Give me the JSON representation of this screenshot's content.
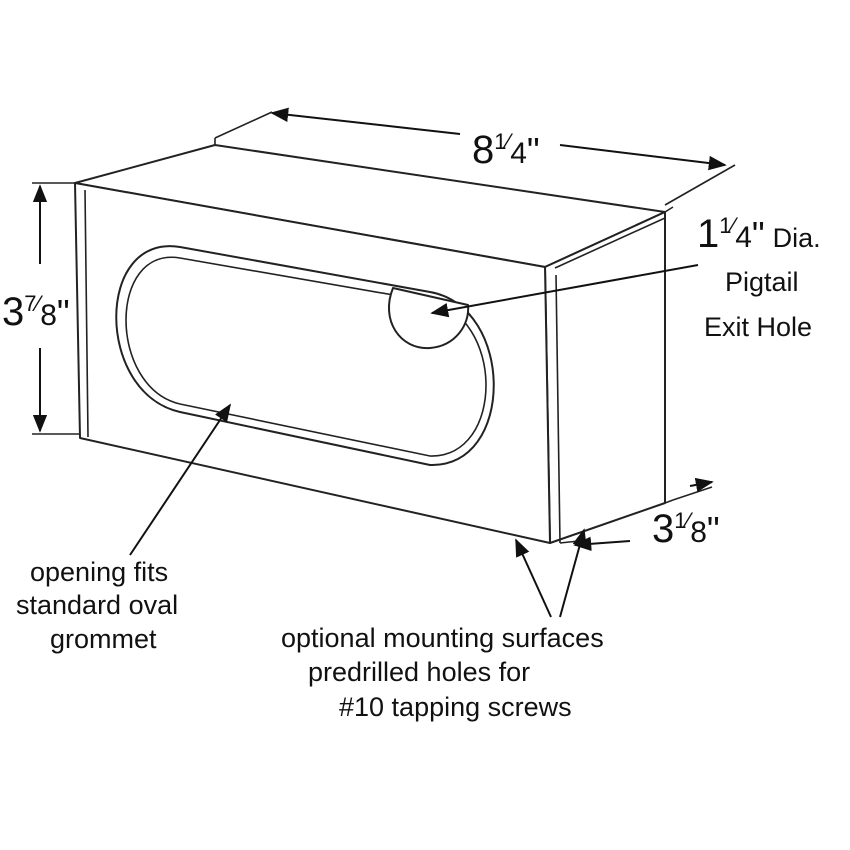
{
  "dimensions": {
    "width": {
      "whole": "8",
      "num": "1",
      "den": "4",
      "unit": "\""
    },
    "height": {
      "whole": "3",
      "num": "7",
      "den": "8",
      "unit": "\""
    },
    "depth": {
      "whole": "3",
      "num": "1",
      "den": "8",
      "unit": "\""
    },
    "hole": {
      "whole": "1",
      "num": "1",
      "den": "4",
      "unit": "\"",
      "suffix": "Dia."
    }
  },
  "callouts": {
    "hole": [
      "Pigtail",
      "Exit Hole"
    ],
    "opening": [
      "opening fits",
      "standard oval",
      "grommet"
    ],
    "mounting": [
      "optional mounting surfaces",
      "predrilled holes for",
      "#10 tapping screws"
    ]
  },
  "colors": {
    "line": "#222222",
    "background": "#ffffff"
  }
}
